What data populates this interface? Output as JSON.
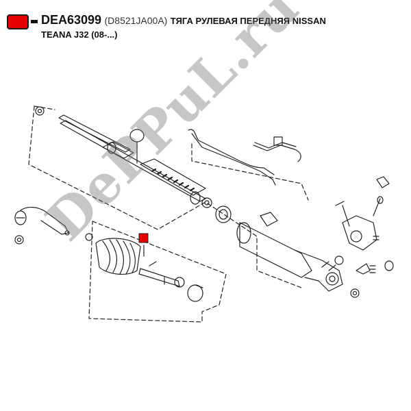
{
  "header": {
    "part_number": "DEA63099",
    "oem_number": "(D8521JA00A)",
    "description_line1": "ТЯГА РУЛЕВАЯ ПЕРЕДНЯЯ NISSAN",
    "description_line2": "TEANA J32 (08-...)"
  },
  "watermark": {
    "text": "DePPuL.ru"
  },
  "colors": {
    "marker": "#e60000",
    "line": "#222222",
    "watermark": "#888888"
  }
}
